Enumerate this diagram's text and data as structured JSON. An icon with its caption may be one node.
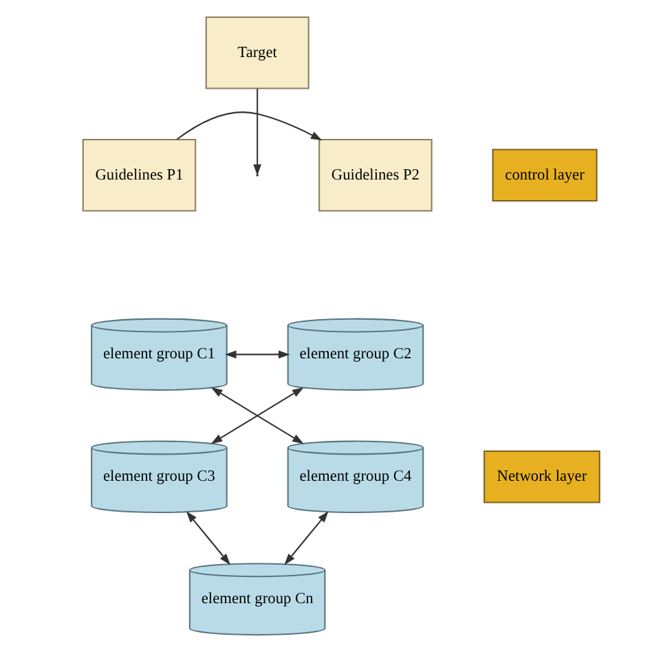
{
  "diagram": {
    "nodes": [
      {
        "text": [
          "Target"
        ]
      },
      {
        "text": [
          "Guidelines P1"
        ]
      },
      {
        "text": [
          "Guidelines P2"
        ]
      },
      {
        "text": [
          "element group C1"
        ]
      },
      {
        "text": [
          "element group C2"
        ]
      },
      {
        "text": [
          "element group C3"
        ]
      },
      {
        "text": [
          "element group C4"
        ]
      },
      {
        "text": [
          "element group Cn"
        ]
      },
      {
        "text": [
          "control layer"
        ]
      },
      {
        "text": [
          "Network layer"
        ]
      }
    ],
    "edges": [
      {
        "from": 0,
        "to": null,
        "arrow": "to"
      },
      {
        "from": 1,
        "to": 2,
        "arrow": "to"
      },
      {
        "from": 3,
        "to": 4,
        "arrow": "both"
      },
      {
        "from": 3,
        "to": 6,
        "arrow": "both"
      },
      {
        "from": 4,
        "to": 5,
        "arrow": "both"
      },
      {
        "from": 5,
        "to": 7,
        "arrow": "both"
      },
      {
        "from": 6,
        "to": 7,
        "arrow": "both"
      }
    ]
  }
}
